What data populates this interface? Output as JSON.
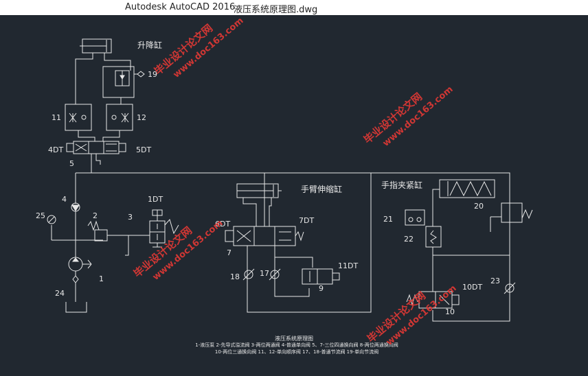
{
  "window": {
    "app_title": "Autodesk AutoCAD 2016",
    "file_name": "液压系统原理图.dwg"
  },
  "labels": {
    "lift_cylinder": "升降缸",
    "arm_cylinder": "手臂伸缩缸",
    "finger_cylinder": "手指夹紧缸",
    "n1": "1",
    "n2": "2",
    "n3": "3",
    "n4": "4",
    "n5": "5",
    "n7": "7",
    "n9": "9",
    "n10": "10",
    "n11": "11",
    "n12": "12",
    "n17": "17",
    "n18": "18",
    "n19": "19",
    "n20": "20",
    "n21": "21",
    "n22": "22",
    "n23": "23",
    "n24": "24",
    "n25": "25",
    "dt1": "1DT",
    "dt4": "4DT",
    "dt5": "5DT",
    "dt6": "6DT",
    "dt7": "7DT",
    "dt10": "10DT",
    "dt11": "11DT"
  },
  "legend": {
    "title": "液压系统原理图",
    "line1": "1-液压泵 2-先导式溢流阀 3-两位两通阀 4-普通单向阀 5、7-三位四通换向阀 8-两位两通换向阀",
    "line2": "10-两位三通换向阀 11、12-单向顺序阀 17、18-普通节流阀 19-单向节流阀"
  },
  "watermark": {
    "line1": "毕业设计论文网",
    "line2": "www.doc163.com"
  },
  "colors": {
    "background": "#212830",
    "line": "#e8e8e8",
    "watermark": "#e53935"
  }
}
